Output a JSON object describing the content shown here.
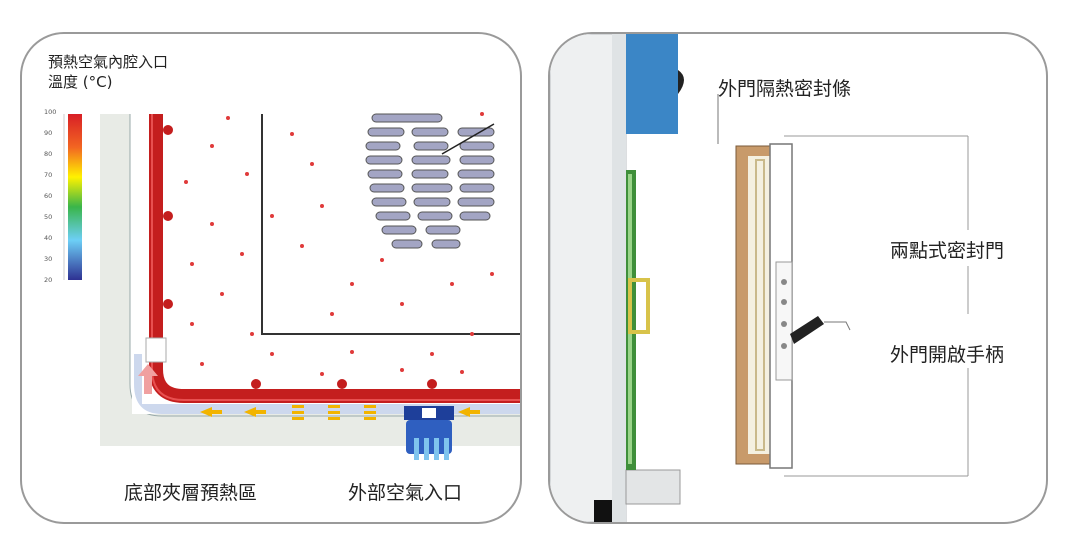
{
  "left_panel": {
    "legend_title_line1": "預熱空氣內腔入口",
    "legend_title_line2": "溫度 (°C)",
    "scale_ticks": [
      "100",
      "90",
      "80",
      "70",
      "60",
      "50",
      "40",
      "30",
      "20"
    ],
    "scale_colors": [
      "#d81f26",
      "#f26522",
      "#fff200",
      "#39b54a",
      "#6dcff6",
      "#2e3192"
    ],
    "label_bottom_interlayer": "底部夾層預熱區",
    "label_outer_inlet": "外部空氣入口"
  },
  "right_panel": {
    "label_seal_strip": "外門隔熱密封條",
    "label_two_point_door": "兩點式密封門",
    "label_handle": "外門開啟手柄"
  }
}
